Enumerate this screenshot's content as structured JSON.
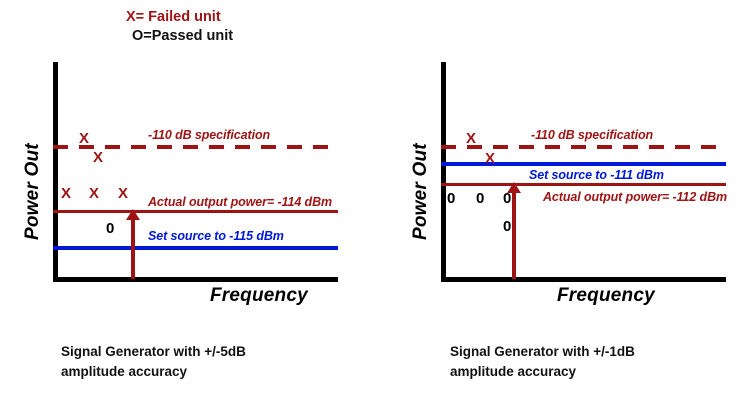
{
  "legend": {
    "failed": "X= Failed unit",
    "passed": "O=Passed unit"
  },
  "colors": {
    "red": "#9e1414",
    "blue": "#0018d8",
    "axis": "#000000",
    "text": "#111111",
    "background": "#ffffff"
  },
  "panels": [
    {
      "id": "left",
      "axis": {
        "ylabel": "Power Out",
        "xlabel": "Frequency"
      },
      "spec_line": {
        "label": "-110 dB specification",
        "style": "dashed",
        "color": "#9e1414"
      },
      "actual_line": {
        "label": "Actual output power= -114 dBm",
        "style": "solid",
        "color": "#9e1414"
      },
      "source_line": {
        "label": "Set source to -115 dBm",
        "style": "solid",
        "color": "#0018d8"
      },
      "markers": [
        {
          "symbol": "X",
          "status": "failed"
        },
        {
          "symbol": "X",
          "status": "failed"
        },
        {
          "symbol": "X",
          "status": "failed"
        },
        {
          "symbol": "X",
          "status": "failed"
        },
        {
          "symbol": "X",
          "status": "failed"
        },
        {
          "symbol": "0",
          "status": "passed"
        }
      ],
      "caption_line1": "Signal Generator with +/-5dB",
      "caption_line2": "amplitude accuracy"
    },
    {
      "id": "right",
      "axis": {
        "ylabel": "Power Out",
        "xlabel": "Frequency"
      },
      "spec_line": {
        "label": "-110 dB specification",
        "style": "dashed",
        "color": "#9e1414"
      },
      "actual_line": {
        "label": "Actual output power= -112 dBm",
        "style": "solid",
        "color": "#9e1414"
      },
      "source_line": {
        "label": "Set source to -111 dBm",
        "style": "solid",
        "color": "#0018d8"
      },
      "markers": [
        {
          "symbol": "X",
          "status": "failed"
        },
        {
          "symbol": "X",
          "status": "failed"
        },
        {
          "symbol": "0",
          "status": "passed"
        },
        {
          "symbol": "0",
          "status": "passed"
        },
        {
          "symbol": "0",
          "status": "passed"
        },
        {
          "symbol": "0",
          "status": "passed"
        }
      ],
      "caption_line1": "Signal Generator with +/-1dB",
      "caption_line2": "amplitude accuracy"
    }
  ],
  "chart_data": {
    "type": "scatter",
    "title": "",
    "xlabel": "Frequency",
    "ylabel": "Power Out",
    "legend": [
      "X= Failed unit",
      "O=Passed unit"
    ],
    "charts": [
      {
        "name": "Signal Generator with +/-5dB amplitude accuracy",
        "reference_lines": [
          {
            "name": "-110 dB specification",
            "value": -110,
            "unit": "dB",
            "style": "dashed",
            "color": "#9e1414"
          },
          {
            "name": "Actual output power",
            "value": -114,
            "unit": "dBm",
            "style": "solid",
            "color": "#9e1414"
          },
          {
            "name": "Set source to",
            "value": -115,
            "unit": "dBm",
            "style": "solid",
            "color": "#0018d8"
          }
        ],
        "points": [
          {
            "x": 0.16,
            "y": -110.0,
            "symbol": "X",
            "status": "failed"
          },
          {
            "x": 0.26,
            "y": -110.8,
            "symbol": "X",
            "status": "failed"
          },
          {
            "x": 0.08,
            "y": -113.4,
            "symbol": "X",
            "status": "failed"
          },
          {
            "x": 0.22,
            "y": -113.4,
            "symbol": "X",
            "status": "failed"
          },
          {
            "x": 0.36,
            "y": -113.4,
            "symbol": "X",
            "status": "failed"
          },
          {
            "x": 0.3,
            "y": -114.6,
            "symbol": "0",
            "status": "passed"
          }
        ],
        "failed_count": 5,
        "passed_count": 1,
        "arrow": {
          "from": "x-axis",
          "to": "actual output power line",
          "color": "#9e1414"
        }
      },
      {
        "name": "Signal Generator with +/-1dB amplitude accuracy",
        "reference_lines": [
          {
            "name": "-110 dB specification",
            "value": -110,
            "unit": "dB",
            "style": "dashed",
            "color": "#9e1414"
          },
          {
            "name": "Set source to",
            "value": -111,
            "unit": "dBm",
            "style": "solid",
            "color": "#0018d8"
          },
          {
            "name": "Actual output power",
            "value": -112,
            "unit": "dBm",
            "style": "solid",
            "color": "#9e1414"
          }
        ],
        "points": [
          {
            "x": 0.16,
            "y": -110.0,
            "symbol": "X",
            "status": "failed"
          },
          {
            "x": 0.26,
            "y": -110.7,
            "symbol": "X",
            "status": "failed"
          },
          {
            "x": 0.05,
            "y": -112.4,
            "symbol": "0",
            "status": "passed"
          },
          {
            "x": 0.18,
            "y": -112.4,
            "symbol": "0",
            "status": "passed"
          },
          {
            "x": 0.3,
            "y": -112.4,
            "symbol": "0",
            "status": "passed"
          },
          {
            "x": 0.3,
            "y": -113.3,
            "symbol": "0",
            "status": "passed"
          }
        ],
        "failed_count": 2,
        "passed_count": 4,
        "arrow": {
          "from": "x-axis",
          "to": "actual output power line",
          "color": "#9e1414"
        }
      }
    ]
  }
}
